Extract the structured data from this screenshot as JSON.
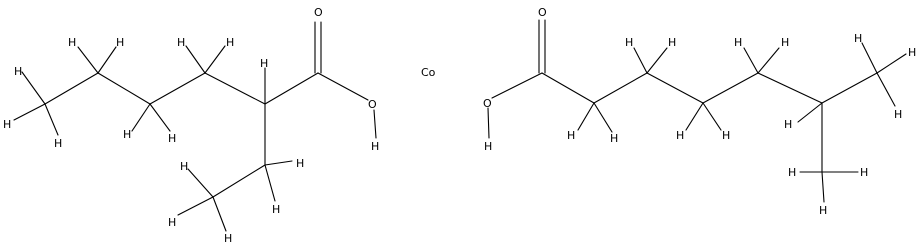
{
  "labels": {
    "hydrogen": "H",
    "oxygen": "O",
    "cobalt": "Co"
  }
}
